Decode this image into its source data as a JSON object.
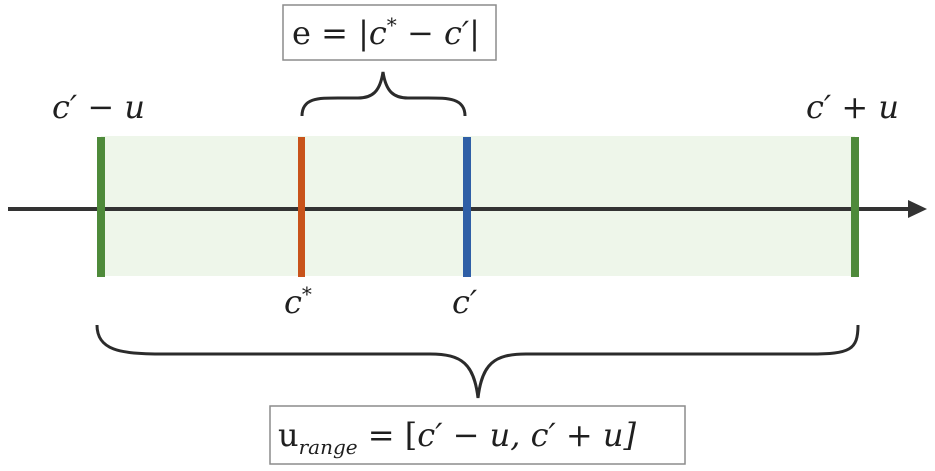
{
  "error_box": {
    "text_prefix": "e = |",
    "c_star": "c",
    "c_star_sup": "*",
    "minus": " − ",
    "c_prime": "c",
    "c_prime_mark": "′",
    "suffix": "|"
  },
  "range_box": {
    "u": "u",
    "range_sub": "range",
    "equals_bracket": " = [",
    "c1": "c",
    "c1_mark": "′",
    "minus_u": " − u, ",
    "c2": "c",
    "c2_mark": "′",
    "plus_u": " + u]"
  },
  "labels": {
    "left_bound": "c′ − u",
    "right_bound": "c′ + u",
    "c_star_main": "c",
    "c_star_sup": "*",
    "c_prime": "c′"
  },
  "colors": {
    "axis": "#333333",
    "range_fill": "#eef6ea",
    "bound_marker": "#4e8a3a",
    "c_star_marker": "#c8531a",
    "c_prime_marker": "#2f5fa6",
    "box_border": "#8c8c8c",
    "brace": "#2b2b2b"
  }
}
